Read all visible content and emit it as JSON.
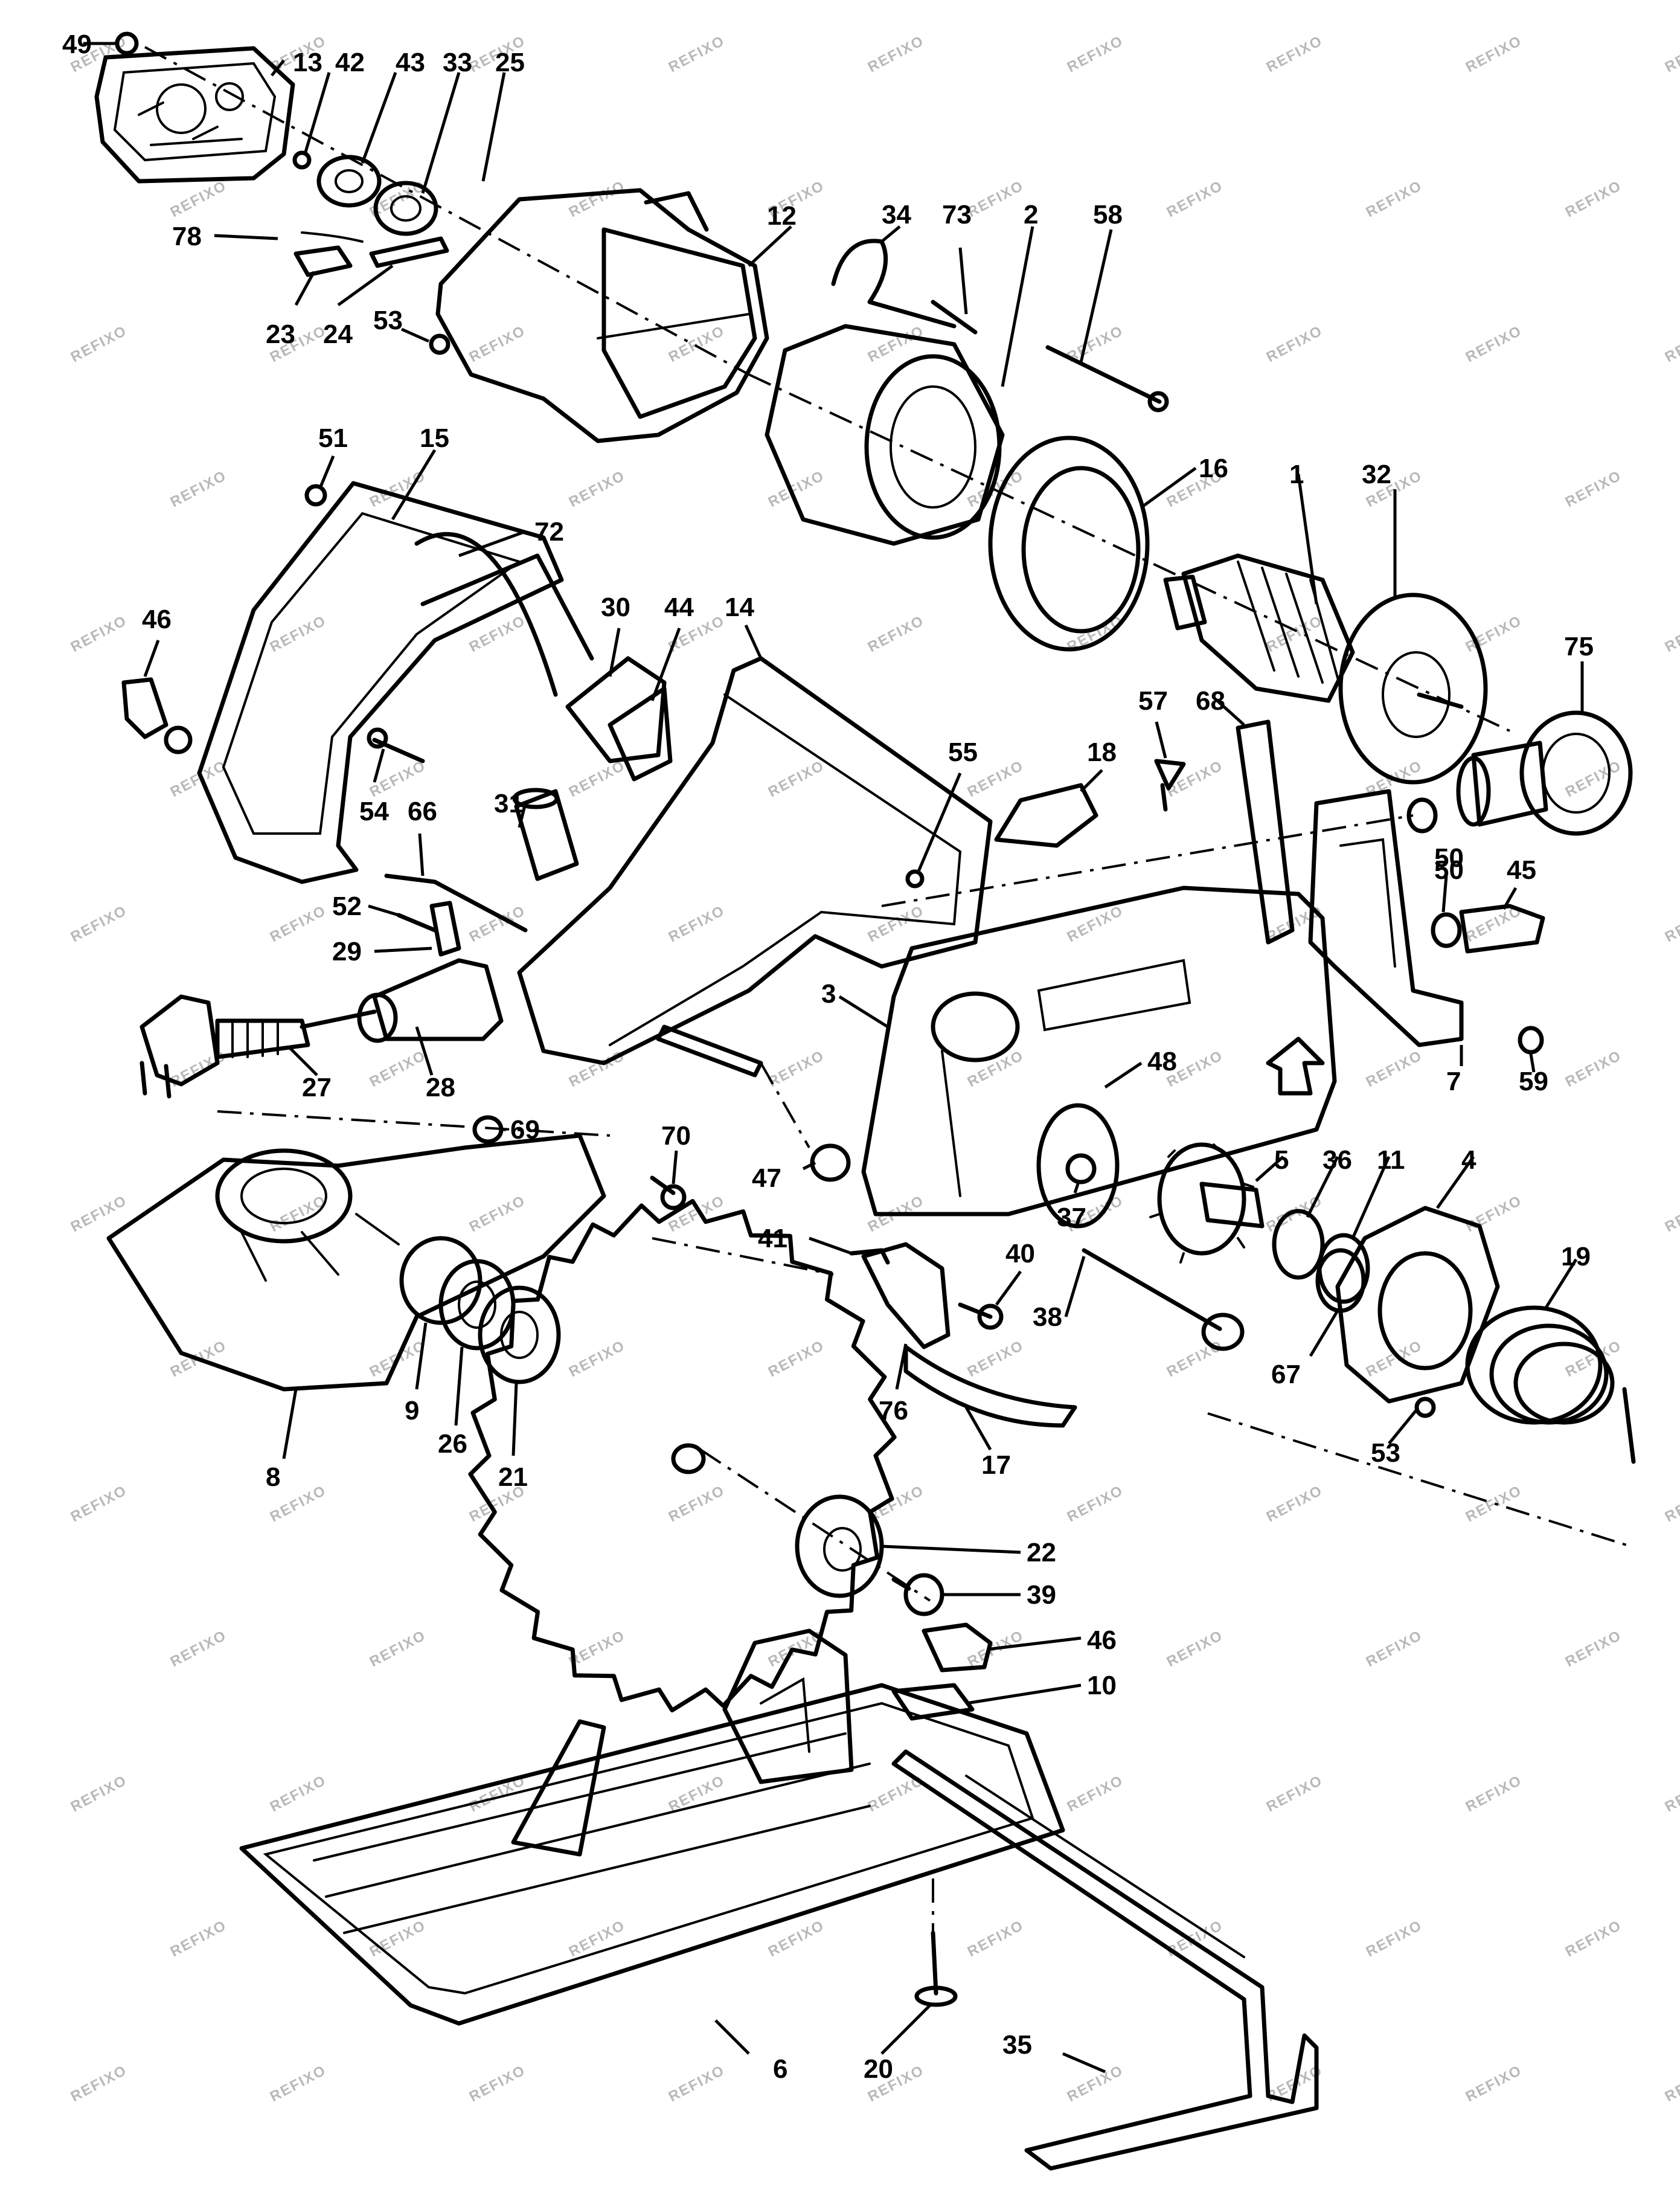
{
  "watermark_text": "REFIXO",
  "colors": {
    "line": "#000000",
    "background": "#ffffff",
    "watermark": "#b8b8b8"
  },
  "callouts": [
    {
      "id": "49",
      "label": "49"
    },
    {
      "id": "13",
      "label": "13"
    },
    {
      "id": "42",
      "label": "42"
    },
    {
      "id": "43",
      "label": "43"
    },
    {
      "id": "33",
      "label": "33"
    },
    {
      "id": "25",
      "label": "25"
    },
    {
      "id": "78",
      "label": "78"
    },
    {
      "id": "23",
      "label": "23"
    },
    {
      "id": "24",
      "label": "24"
    },
    {
      "id": "53a",
      "label": "53"
    },
    {
      "id": "12",
      "label": "12"
    },
    {
      "id": "34",
      "label": "34"
    },
    {
      "id": "73",
      "label": "73"
    },
    {
      "id": "2",
      "label": "2"
    },
    {
      "id": "58",
      "label": "58"
    },
    {
      "id": "51",
      "label": "51"
    },
    {
      "id": "15",
      "label": "15"
    },
    {
      "id": "72",
      "label": "72"
    },
    {
      "id": "16",
      "label": "16"
    },
    {
      "id": "1",
      "label": "1"
    },
    {
      "id": "32",
      "label": "32"
    },
    {
      "id": "46a",
      "label": "46"
    },
    {
      "id": "30",
      "label": "30"
    },
    {
      "id": "44",
      "label": "44"
    },
    {
      "id": "14",
      "label": "14"
    },
    {
      "id": "75",
      "label": "75"
    },
    {
      "id": "57",
      "label": "57"
    },
    {
      "id": "68",
      "label": "68"
    },
    {
      "id": "18",
      "label": "18"
    },
    {
      "id": "55",
      "label": "55"
    },
    {
      "id": "54",
      "label": "54"
    },
    {
      "id": "66",
      "label": "66"
    },
    {
      "id": "31",
      "label": "31"
    },
    {
      "id": "50a",
      "label": "50"
    },
    {
      "id": "50b",
      "label": "50"
    },
    {
      "id": "45",
      "label": "45"
    },
    {
      "id": "52",
      "label": "52"
    },
    {
      "id": "29",
      "label": "29"
    },
    {
      "id": "3",
      "label": "3"
    },
    {
      "id": "27",
      "label": "27"
    },
    {
      "id": "28",
      "label": "28"
    },
    {
      "id": "48",
      "label": "48"
    },
    {
      "id": "7",
      "label": "7"
    },
    {
      "id": "59",
      "label": "59"
    },
    {
      "id": "69",
      "label": "69"
    },
    {
      "id": "70",
      "label": "70"
    },
    {
      "id": "47",
      "label": "47"
    },
    {
      "id": "5",
      "label": "5"
    },
    {
      "id": "36",
      "label": "36"
    },
    {
      "id": "11",
      "label": "11"
    },
    {
      "id": "4",
      "label": "4"
    },
    {
      "id": "37",
      "label": "37"
    },
    {
      "id": "41",
      "label": "41"
    },
    {
      "id": "40",
      "label": "40"
    },
    {
      "id": "19",
      "label": "19"
    },
    {
      "id": "38",
      "label": "38"
    },
    {
      "id": "67",
      "label": "67"
    },
    {
      "id": "76",
      "label": "76"
    },
    {
      "id": "53b",
      "label": "53"
    },
    {
      "id": "9",
      "label": "9"
    },
    {
      "id": "26",
      "label": "26"
    },
    {
      "id": "21",
      "label": "21"
    },
    {
      "id": "8",
      "label": "8"
    },
    {
      "id": "17",
      "label": "17"
    },
    {
      "id": "22",
      "label": "22"
    },
    {
      "id": "39",
      "label": "39"
    },
    {
      "id": "46b",
      "label": "46"
    },
    {
      "id": "10",
      "label": "10"
    },
    {
      "id": "20",
      "label": "20"
    },
    {
      "id": "6",
      "label": "6"
    },
    {
      "id": "35",
      "label": "35"
    }
  ]
}
